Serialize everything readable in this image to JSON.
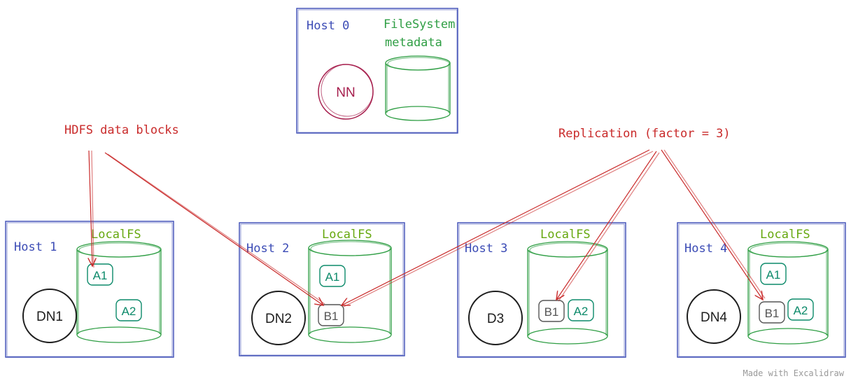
{
  "colors": {
    "host_border": "#3b4bb5",
    "host_label": "#3b4bb5",
    "storage_green": "#2f9e44",
    "localfs_label": "#66a80f",
    "block_text": "#0c8a6a",
    "replica_text": "#555555",
    "nn": "#a61e4d",
    "annotation": "#c92a2a",
    "node_outline": "#1e1e1e",
    "footer": "#9a9a9a"
  },
  "host0": {
    "label": "Host 0",
    "storage_label_line1": "FileSystem",
    "storage_label_line2": "metadata",
    "node": "NN"
  },
  "hosts": [
    {
      "label": "Host 1",
      "fs_label": "LocalFS",
      "node": "DN1",
      "blocks": [
        "A1",
        "A2"
      ]
    },
    {
      "label": "Host 2",
      "fs_label": "LocalFS",
      "node": "DN2",
      "blocks": [
        "A1",
        "B1"
      ]
    },
    {
      "label": "Host 3",
      "fs_label": "LocalFS",
      "node": "D3",
      "blocks": [
        "B1",
        "A2"
      ]
    },
    {
      "label": "Host 4",
      "fs_label": "LocalFS",
      "node": "DN4",
      "blocks": [
        "A1",
        "B1",
        "A2"
      ]
    }
  ],
  "annotations": {
    "data_blocks": "HDFS data blocks",
    "replication": "Replication (factor = 3)"
  },
  "footer": "Made with Excalidraw"
}
